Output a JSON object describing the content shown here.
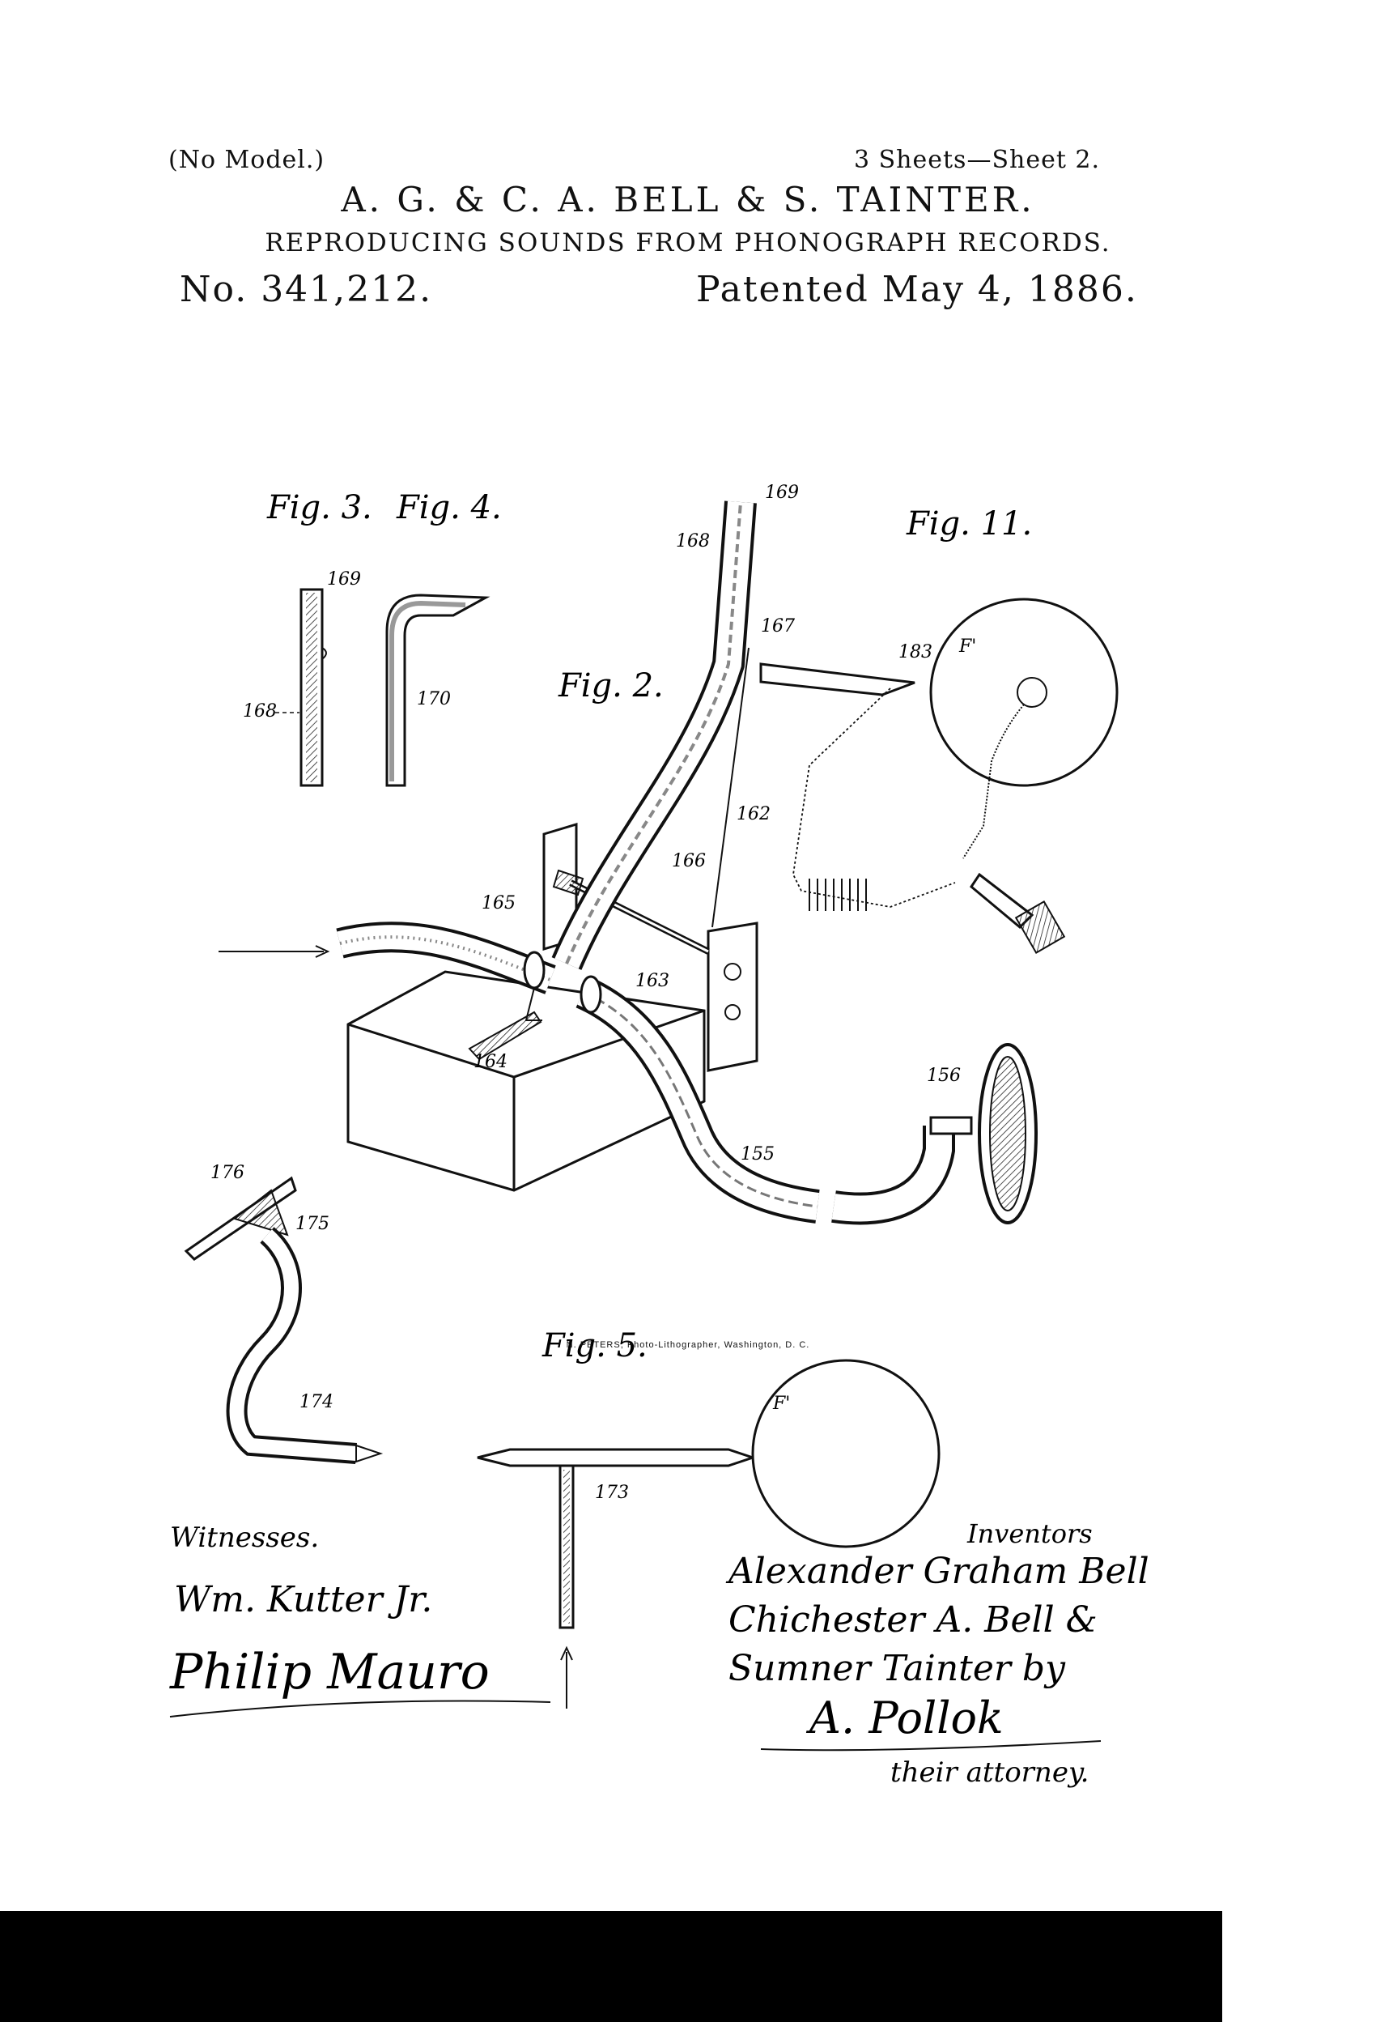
{
  "header": {
    "model": "(No Model.)",
    "sheets": "3 Sheets—Sheet 2.",
    "inventors": "A. G. & C. A. BELL & S. TAINTER.",
    "title": "REPRODUCING SOUNDS FROM PHONOGRAPH RECORDS.",
    "patent_number": "No. 341,212.",
    "patent_date": "Patented May 4, 1886."
  },
  "figures": {
    "fig3": "Fig. 3.",
    "fig4": "Fig. 4.",
    "fig2": "Fig. 2.",
    "fig11": "Fig. 11.",
    "fig5": "Fig. 5."
  },
  "refs": {
    "r169a": "169",
    "r168a": "168",
    "r170": "170",
    "r169b": "169",
    "r168b": "168",
    "r167": "167",
    "r183": "183",
    "rF1": "F'",
    "r162": "162",
    "r166": "166",
    "r165": "165",
    "r163": "163",
    "r164": "164",
    "r156": "156",
    "r155": "155",
    "r176": "176",
    "r175": "175",
    "r174": "174",
    "r173": "173",
    "rF2": "F'"
  },
  "witnesses": {
    "label": "Witnesses.",
    "name1": "Wm. Kutter Jr.",
    "name2": "Philip Mauro"
  },
  "inventors_signature": {
    "label": "Inventors",
    "line1": "Alexander Graham Bell",
    "line2": "Chichester A. Bell &",
    "line3": "Sumner Tainter by",
    "attorney": "A. Pollok",
    "attorney_role": "their attorney."
  },
  "printer": "N. PETERS, Photo-Lithographer, Washington, D. C."
}
